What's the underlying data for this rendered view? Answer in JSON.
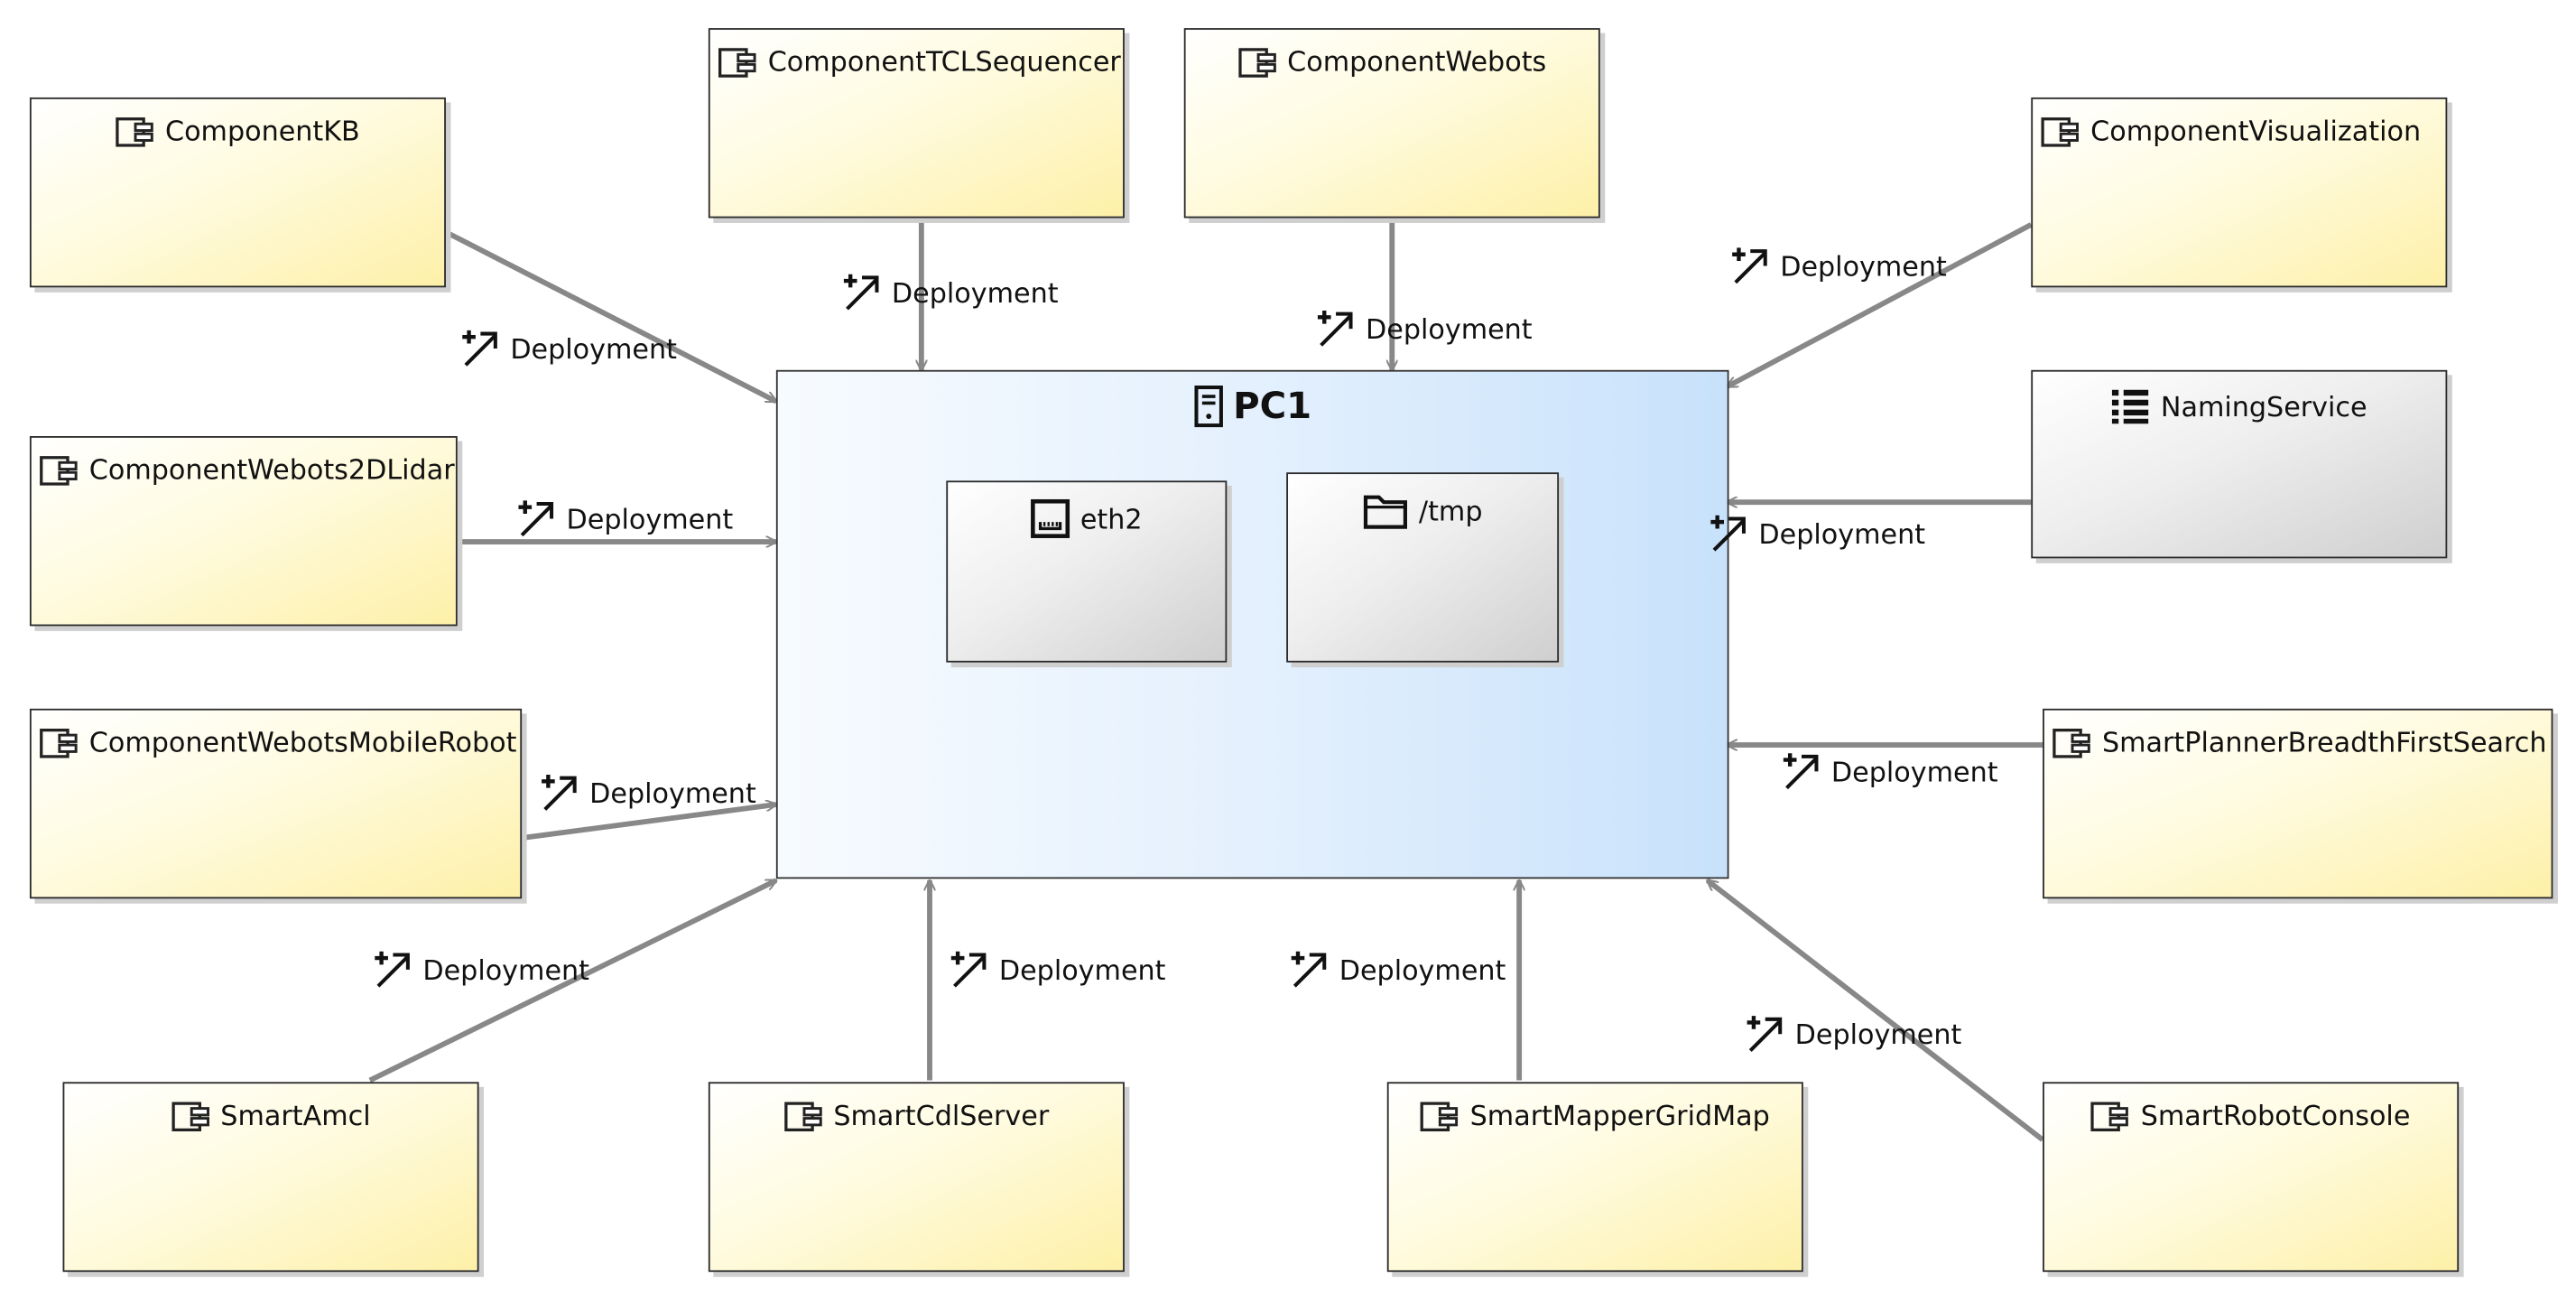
{
  "device": {
    "name": "PC1",
    "icon": "server-icon"
  },
  "inner": {
    "eth2": {
      "name": "eth2",
      "icon": "network-port-icon"
    },
    "tmp": {
      "name": "/tmp",
      "icon": "folder-icon"
    }
  },
  "components": {
    "kb": "ComponentKB",
    "tcl": "ComponentTCLSequencer",
    "webots": "ComponentWebots",
    "vis": "ComponentVisualization",
    "lidar": "ComponentWebots2DLidar",
    "mobile": "ComponentWebotsMobileRobot",
    "amcl": "SmartAmcl",
    "cdl": "SmartCdlServer",
    "mapper": "SmartMapperGridMap",
    "planner": "SmartPlannerBreadthFirstSearch",
    "console": "SmartRobotConsole"
  },
  "services": {
    "naming": "NamingService"
  },
  "edge_label": "Deployment",
  "colors": {
    "component_fill": "#fdf0a8",
    "service_fill": "#cfcfcf",
    "device_fill": "#c8e2fb",
    "edge": "#888888"
  }
}
